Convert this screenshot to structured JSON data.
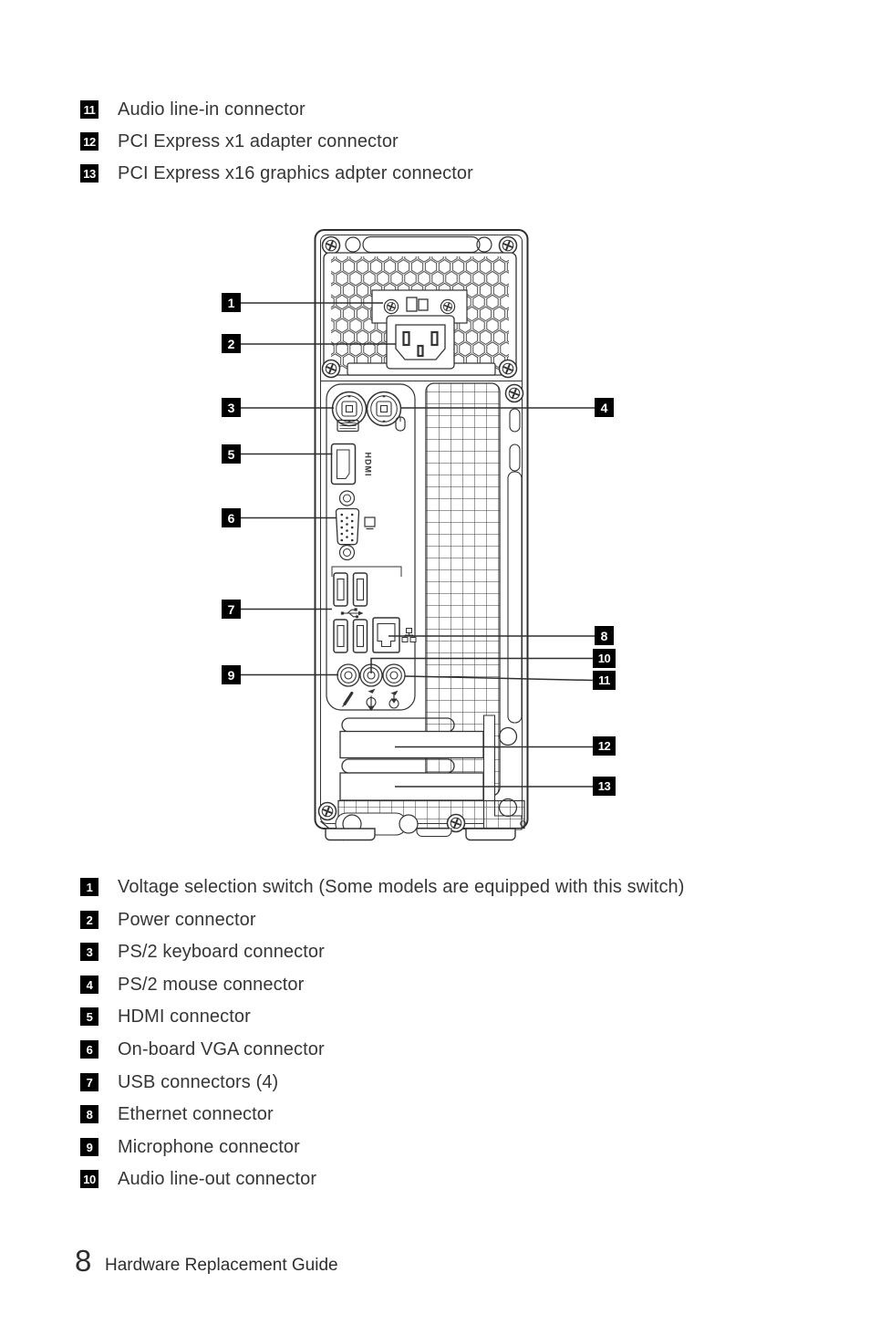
{
  "top_list": {
    "items": [
      {
        "num": "11",
        "label": "Audio line-in connector"
      },
      {
        "num": "12",
        "label": "PCI Express x1 adapter connector"
      },
      {
        "num": "13",
        "label": "PCI Express x16 graphics adpter connector"
      }
    ]
  },
  "diagram": {
    "hdmi_label": "HDMI",
    "callouts": [
      {
        "num": "1"
      },
      {
        "num": "2"
      },
      {
        "num": "3"
      },
      {
        "num": "4"
      },
      {
        "num": "5"
      },
      {
        "num": "6"
      },
      {
        "num": "7"
      },
      {
        "num": "8"
      },
      {
        "num": "9"
      },
      {
        "num": "10"
      },
      {
        "num": "11"
      },
      {
        "num": "12"
      },
      {
        "num": "13"
      }
    ]
  },
  "bottom_list": {
    "items": [
      {
        "num": "1",
        "label": "Voltage selection switch (Some models are equipped with this switch)"
      },
      {
        "num": "2",
        "label": "Power connector"
      },
      {
        "num": "3",
        "label": "PS/2 keyboard connector"
      },
      {
        "num": "4",
        "label": "PS/2 mouse connector"
      },
      {
        "num": "5",
        "label": "HDMI connector"
      },
      {
        "num": "6",
        "label": "On-board VGA connector"
      },
      {
        "num": "7",
        "label": "USB connectors (4)"
      },
      {
        "num": "8",
        "label": "Ethernet connector"
      },
      {
        "num": "9",
        "label": "Microphone connector"
      },
      {
        "num": "10",
        "label": "Audio line-out connector"
      }
    ]
  },
  "footer": {
    "page_number": "8",
    "title": "Hardware Replacement Guide"
  },
  "colors": {
    "badge_bg": "#000000",
    "badge_fg": "#ffffff",
    "text": "#363636",
    "line": "#333333"
  }
}
